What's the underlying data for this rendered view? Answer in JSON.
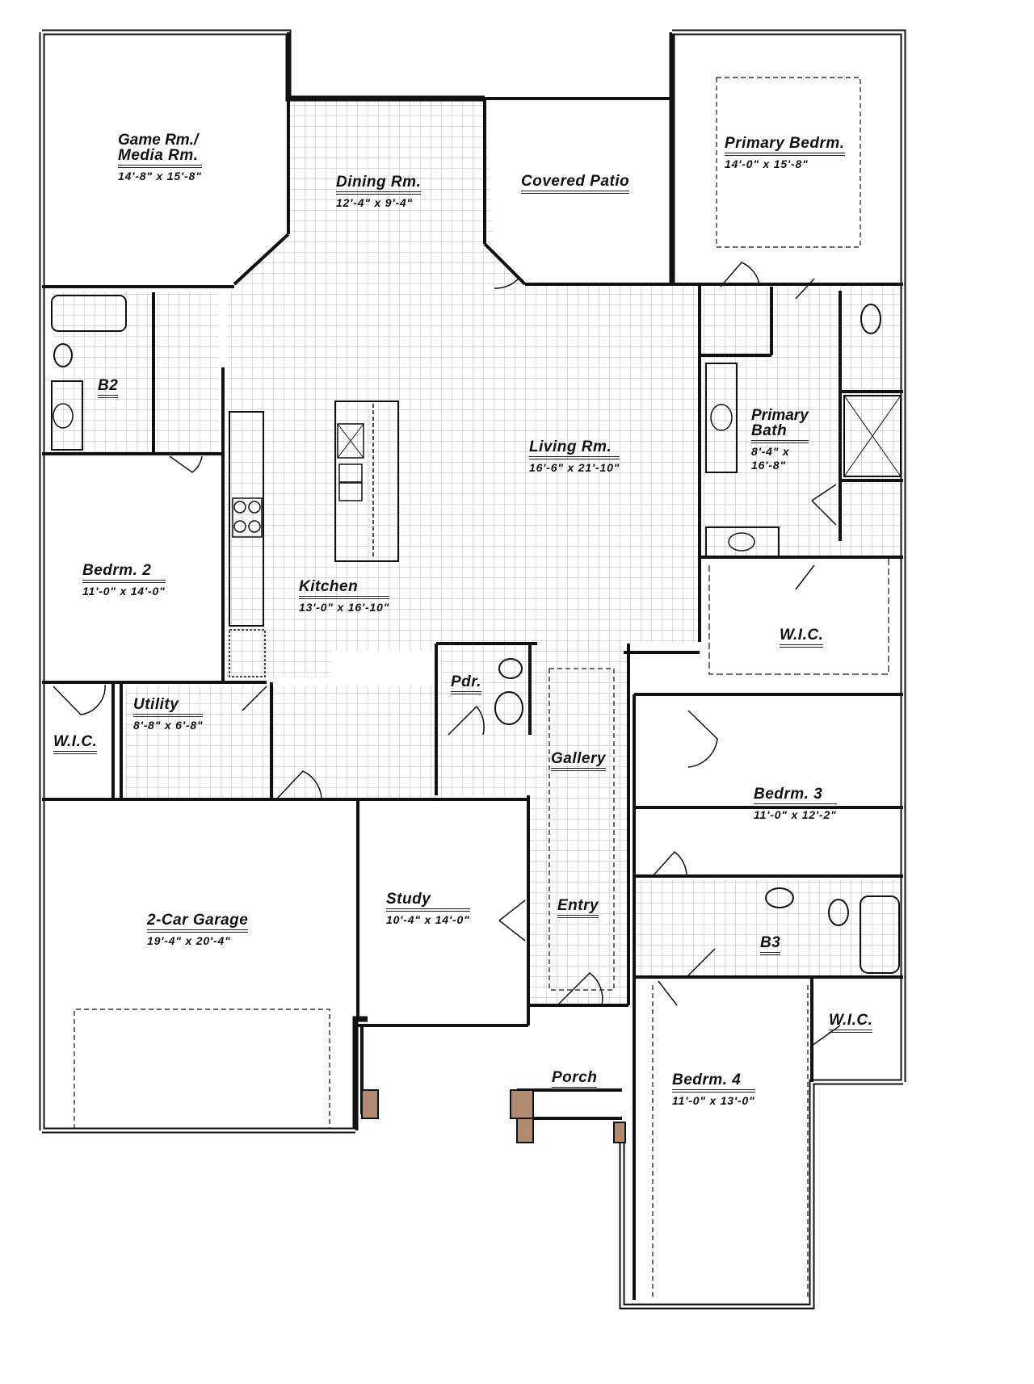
{
  "plan": {
    "grid_color": "#c8c8c8",
    "wall_color": "#111111",
    "wall_fill": "#9a9a9a",
    "rooms": [
      {
        "id": "game",
        "name": "Game Rm./",
        "name2": "Media Rm.",
        "dim": "14'-8\" x 15'-8\""
      },
      {
        "id": "dining",
        "name": "Dining Rm.",
        "dim": "12'-4\" x 9'-4\""
      },
      {
        "id": "patio",
        "name": "Covered Patio",
        "dim": ""
      },
      {
        "id": "primary_bed",
        "name": "Primary Bedrm.",
        "dim": "14'-0\" x 15'-8\""
      },
      {
        "id": "b2",
        "name": "B2",
        "dim": ""
      },
      {
        "id": "living",
        "name": "Living Rm.",
        "dim": "16'-6\" x 21'-10\""
      },
      {
        "id": "primary_bath",
        "name": "Primary",
        "name2": "Bath",
        "dim": "8'-4\" x",
        "dim2": "16'-8\""
      },
      {
        "id": "bed2",
        "name": "Bedrm. 2",
        "dim": "11'-0\" x 14'-0\""
      },
      {
        "id": "kitchen",
        "name": "Kitchen",
        "dim": "13'-0\" x 16'-10\""
      },
      {
        "id": "wic_primary",
        "name": "W.I.C.",
        "dim": ""
      },
      {
        "id": "utility",
        "name": "Utility",
        "dim": "8'-8\" x 6'-8\""
      },
      {
        "id": "wic_bed2",
        "name": "W.I.C.",
        "dim": ""
      },
      {
        "id": "pdr",
        "name": "Pdr.",
        "dim": ""
      },
      {
        "id": "gallery",
        "name": "Gallery",
        "dim": ""
      },
      {
        "id": "bed3",
        "name": "Bedrm. 3",
        "dim": "11'-0\" x 12'-2\""
      },
      {
        "id": "garage",
        "name": "2-Car Garage",
        "dim": "19'-4\" x 20'-4\""
      },
      {
        "id": "study",
        "name": "Study",
        "dim": "10'-4\" x 14'-0\""
      },
      {
        "id": "entry",
        "name": "Entry",
        "dim": ""
      },
      {
        "id": "b3",
        "name": "B3",
        "dim": ""
      },
      {
        "id": "wic_bed4",
        "name": "W.I.C.",
        "dim": ""
      },
      {
        "id": "porch",
        "name": "Porch",
        "dim": ""
      },
      {
        "id": "bed4",
        "name": "Bedrm. 4",
        "dim": "11'-0\" x 13'-0\""
      }
    ]
  }
}
